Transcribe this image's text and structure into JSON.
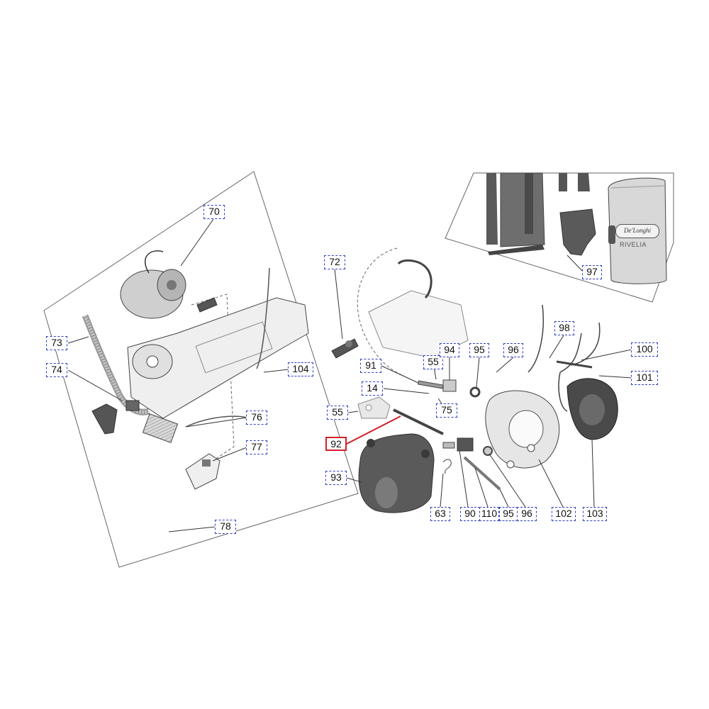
{
  "diagram": {
    "product": {
      "logo_text": "De'Longhi",
      "model_name": "RIVELIA"
    },
    "callouts": [
      {
        "id": "c70",
        "label": "70"
      },
      {
        "id": "c73",
        "label": "73"
      },
      {
        "id": "c74",
        "label": "74"
      },
      {
        "id": "c104",
        "label": "104"
      },
      {
        "id": "c76",
        "label": "76"
      },
      {
        "id": "c77",
        "label": "77"
      },
      {
        "id": "c78",
        "label": "78"
      },
      {
        "id": "c72",
        "label": "72"
      },
      {
        "id": "c91",
        "label": "91"
      },
      {
        "id": "c14",
        "label": "14"
      },
      {
        "id": "c55a",
        "label": "55"
      },
      {
        "id": "c55b",
        "label": "55"
      },
      {
        "id": "c92",
        "label": "92",
        "selected": true
      },
      {
        "id": "c93",
        "label": "93"
      },
      {
        "id": "c94",
        "label": "94"
      },
      {
        "id": "c95a",
        "label": "95"
      },
      {
        "id": "c96a",
        "label": "96"
      },
      {
        "id": "c75",
        "label": "75"
      },
      {
        "id": "c98",
        "label": "98"
      },
      {
        "id": "c100",
        "label": "100"
      },
      {
        "id": "c101",
        "label": "101"
      },
      {
        "id": "c97",
        "label": "97"
      },
      {
        "id": "c63",
        "label": "63"
      },
      {
        "id": "c90",
        "label": "90"
      },
      {
        "id": "c110",
        "label": "110"
      },
      {
        "id": "c95b",
        "label": "95"
      },
      {
        "id": "c96b",
        "label": "96"
      },
      {
        "id": "c102",
        "label": "102"
      },
      {
        "id": "c103",
        "label": "103"
      }
    ],
    "colors": {
      "callout_border": "#2b3fc4",
      "selected_border": "#d21f26",
      "part_dark": "#555555",
      "part_light": "#e6e6e6",
      "outline": "#444444"
    }
  }
}
